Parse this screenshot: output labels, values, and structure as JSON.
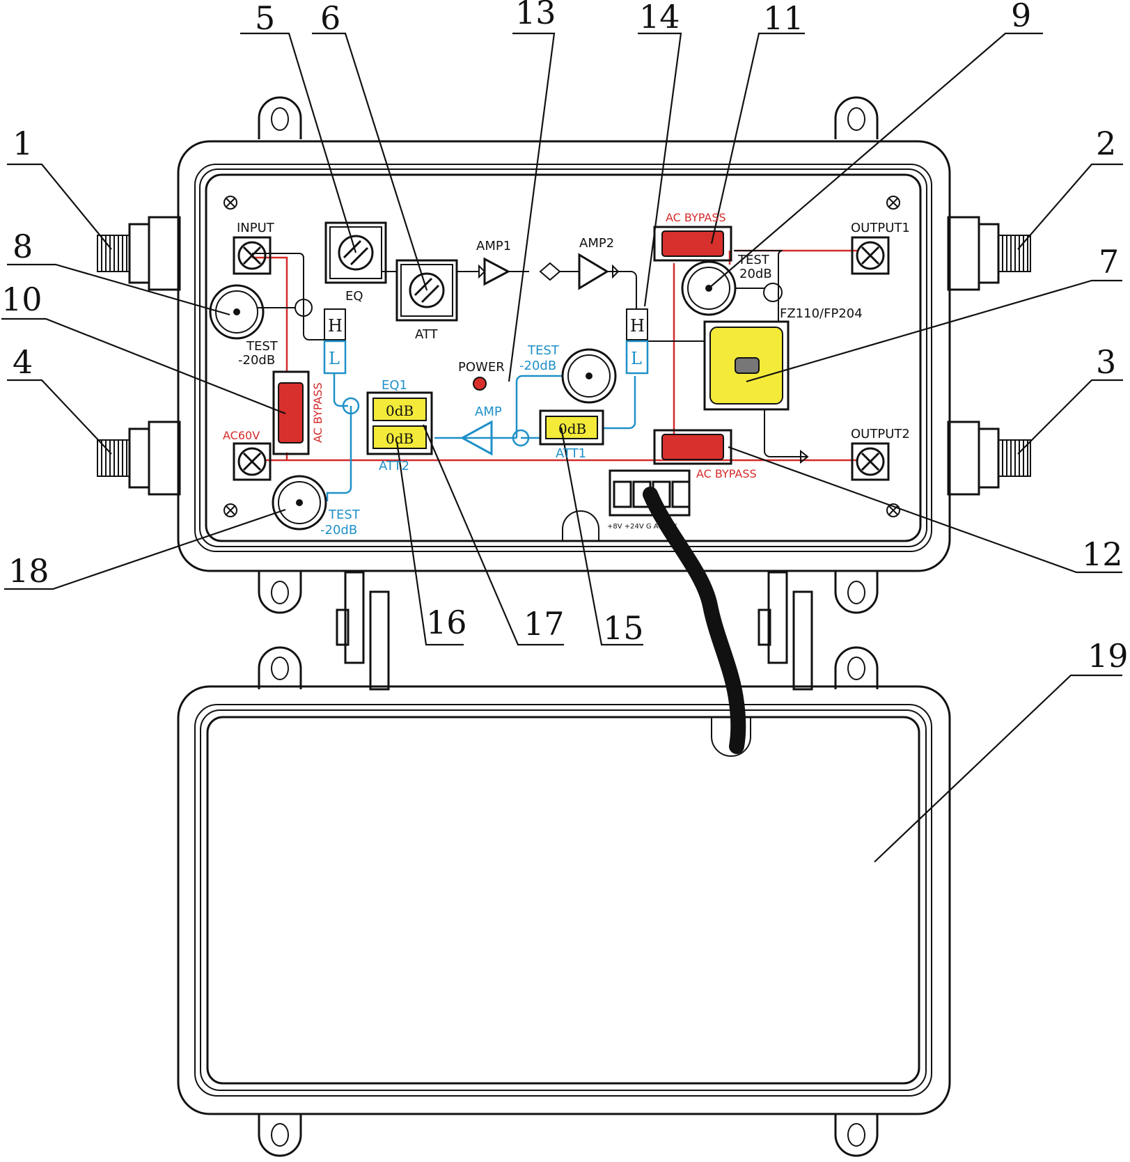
{
  "labels": {
    "input": "INPUT",
    "output1": "OUTPUT1",
    "output2": "OUTPUT2",
    "eq": "EQ",
    "att": "ATT",
    "amp1": "AMP1",
    "amp2": "AMP2",
    "amp": "AMP",
    "power": "POWER",
    "test": "TEST",
    "minus20db": "-20dB",
    "test_20db": "20dB",
    "ac_bypass": "AC BYPASS",
    "ac60v": "AC60V",
    "fz": "FZ110/FP204",
    "eq1": "EQ1",
    "att1": "ATT1",
    "att2": "ATT2",
    "zero_db": "0dB",
    "h": "H",
    "l": "L",
    "terminal": "+8V  +24V  G    AC60V"
  },
  "callouts": [
    "1",
    "2",
    "3",
    "4",
    "5",
    "6",
    "7",
    "8",
    "9",
    "10",
    "11",
    "12",
    "13",
    "14",
    "15",
    "16",
    "17",
    "18",
    "19"
  ],
  "colors": {
    "signal_red": "#d42a2a",
    "signal_blue": "#1e90c8",
    "module_yellow": "#f3ea3a",
    "bypass_red": "#d8302c",
    "outline": "#111111"
  }
}
